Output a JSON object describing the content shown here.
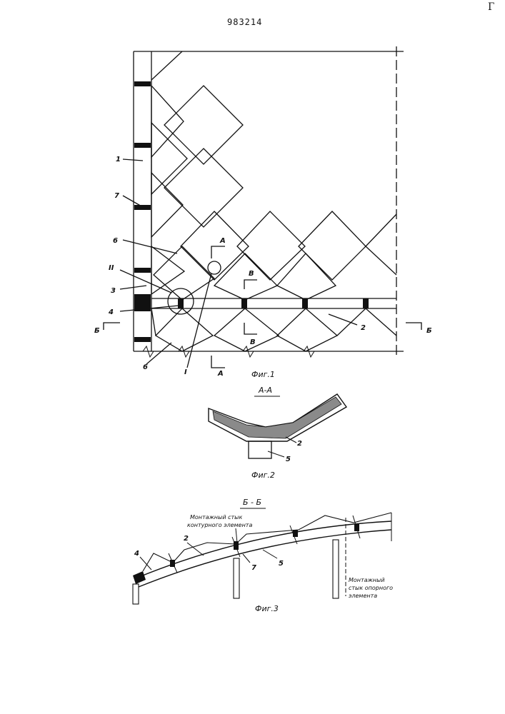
{
  "header": {
    "document_number": "983214",
    "corner_mark": "Г"
  },
  "figure1": {
    "caption": "Фиг.1",
    "labels": [
      "1",
      "7",
      "6",
      "II",
      "3",
      "4",
      "6",
      "I",
      "2"
    ],
    "section_marks": {
      "A_top": "А",
      "A_bottom": "А",
      "B_top": "В",
      "B_bottom": "В",
      "B_left": "Б",
      "B_right": "Б"
    }
  },
  "figure2": {
    "section_title": "А-А",
    "caption": "Фиг.2",
    "labels": [
      "2",
      "5"
    ]
  },
  "figure3": {
    "section_title": "Б - Б",
    "caption": "Фиг.3",
    "labels": [
      "4",
      "2",
      "7",
      "5"
    ],
    "note_contour": [
      "Монтажный стык",
      "контурного элемента"
    ],
    "note_support": [
      "Монтажный",
      "стык опорного",
      "элемента"
    ]
  }
}
